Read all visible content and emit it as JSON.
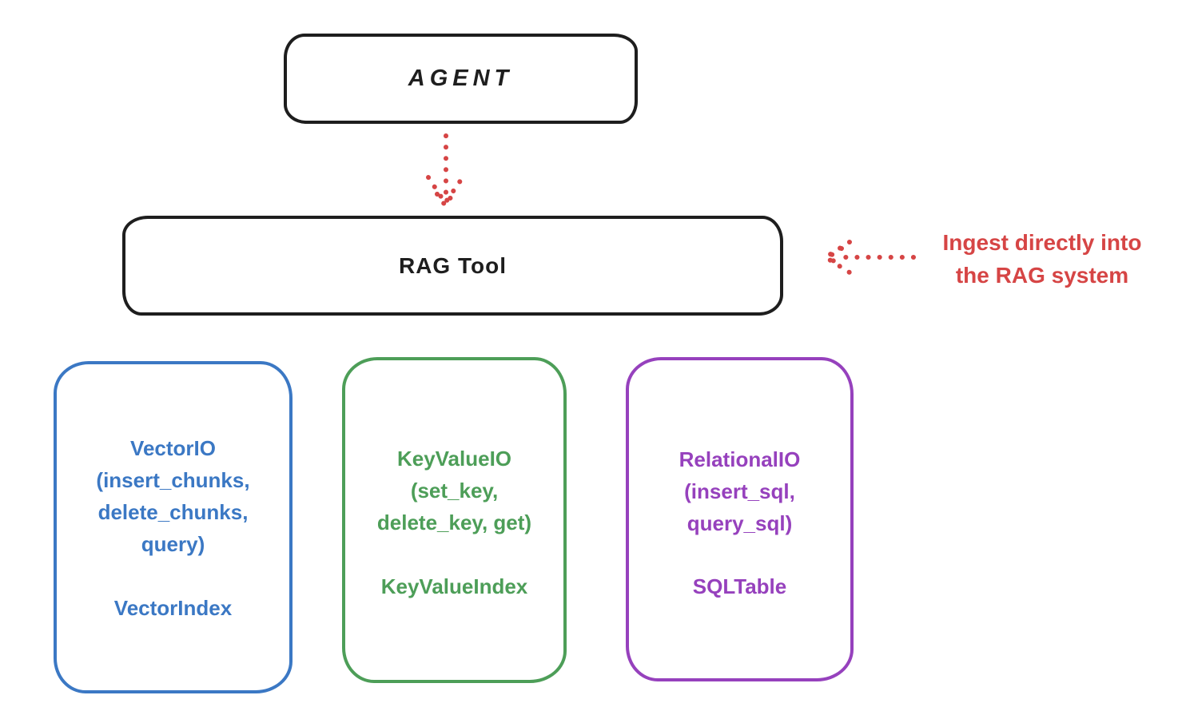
{
  "colors": {
    "stroke_black": "#1e1e1e",
    "annotation_red": "#d64545",
    "vector_blue": "#3b78c4",
    "keyvalue_green": "#4d9e58",
    "relational_purple": "#9641bd",
    "background": "#ffffff"
  },
  "diagram": {
    "agent": {
      "label": "AGENT"
    },
    "rag_tool": {
      "label": "RAG Tool"
    },
    "annotation": {
      "line1": "Ingest directly into",
      "line2": "the RAG system",
      "full_text": "Ingest directly into the RAG system"
    },
    "arrows": [
      {
        "name": "agent-to-rag-tool",
        "style": "dotted",
        "color": "#d64545",
        "direction": "down"
      },
      {
        "name": "annotation-to-rag-tool",
        "style": "dotted",
        "color": "#d64545",
        "direction": "left"
      }
    ],
    "storage_boxes": [
      {
        "id": "vector-io",
        "color": "#3b78c4",
        "io_lines": [
          "VectorIO",
          "(insert_chunks,",
          "delete_chunks,",
          "query)"
        ],
        "index_label": "VectorIndex"
      },
      {
        "id": "keyvalue-io",
        "color": "#4d9e58",
        "io_lines": [
          "KeyValueIO",
          "(set_key,",
          "delete_key, get)"
        ],
        "index_label": "KeyValueIndex"
      },
      {
        "id": "relational-io",
        "color": "#9641bd",
        "io_lines": [
          "RelationalIO",
          "(insert_sql,",
          "query_sql)"
        ],
        "index_label": "SQLTable"
      }
    ]
  }
}
